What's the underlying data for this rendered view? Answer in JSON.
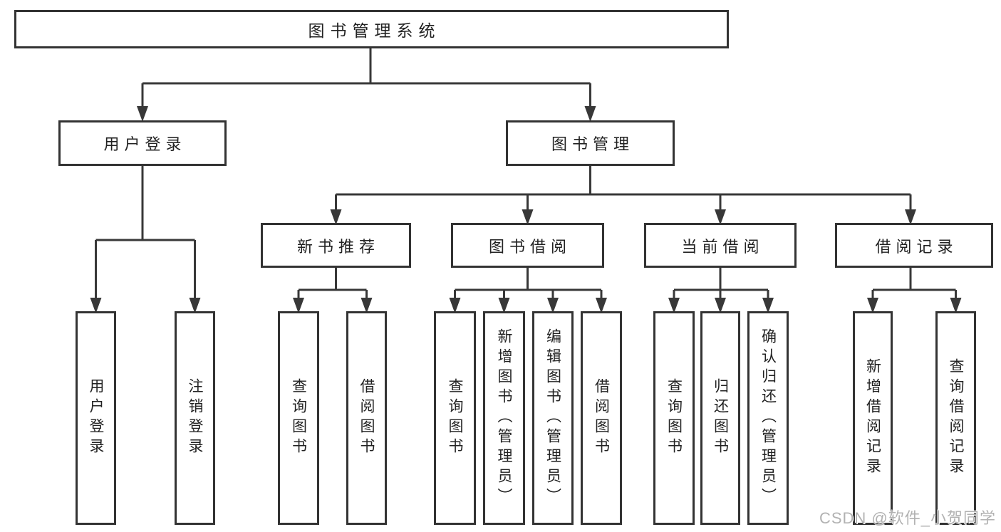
{
  "colors": {
    "line": "#383838",
    "box_border": "#333333",
    "text": "#222222",
    "watermark": "#b2b2b2",
    "background": "#ffffff"
  },
  "tree": {
    "label": "图书管理系统",
    "children": [
      {
        "label": "用户登录",
        "children": [
          {
            "label": "用户登录"
          },
          {
            "label": "注销登录"
          }
        ]
      },
      {
        "label": "图书管理",
        "children": [
          {
            "label": "新书推荐",
            "children": [
              {
                "label": "查询图书"
              },
              {
                "label": "借阅图书"
              }
            ]
          },
          {
            "label": "图书借阅",
            "children": [
              {
                "label": "查询图书"
              },
              {
                "label": "新增图书（管理员）"
              },
              {
                "label": "编辑图书（管理员）"
              },
              {
                "label": "借阅图书"
              }
            ]
          },
          {
            "label": "当前借阅",
            "children": [
              {
                "label": "查询图书"
              },
              {
                "label": "归还图书"
              },
              {
                "label": "确认归还（管理员）"
              }
            ]
          },
          {
            "label": "借阅记录",
            "children": [
              {
                "label": "新增借阅记录"
              },
              {
                "label": "查询借阅记录"
              }
            ]
          }
        ]
      }
    ]
  },
  "watermark": {
    "text": "CSDN @软件_小贺同学"
  }
}
